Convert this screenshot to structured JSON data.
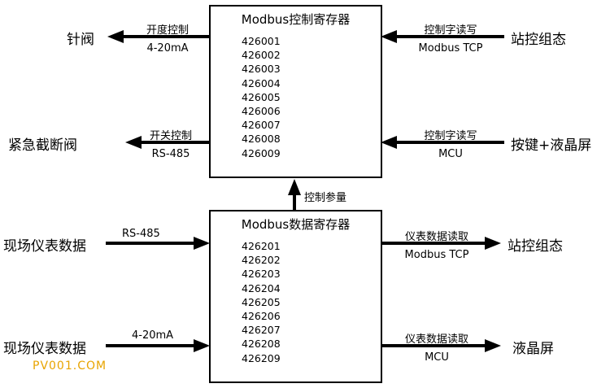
{
  "top_box": {
    "title": "Modbus控制寄存器",
    "registers": [
      "426001",
      "426002",
      "426003",
      "426004",
      "426005",
      "426006",
      "426007",
      "426008",
      "426009"
    ]
  },
  "bottom_box": {
    "title": "Modbus数据寄存器",
    "registers": [
      "426201",
      "426202",
      "426203",
      "426204",
      "426205",
      "426206",
      "426207",
      "426208",
      "426209"
    ]
  },
  "connectors": {
    "needle_valve": {
      "endpoint": "针阀",
      "label_top": "开度控制",
      "label_bottom": "4-20mA"
    },
    "emergency_valve": {
      "endpoint": "紧急截断阀",
      "label_top": "开关控制",
      "label_bottom": "RS-485"
    },
    "station_control_in": {
      "endpoint": "站控组态",
      "label_top": "控制字读写",
      "label_bottom": "Modbus TCP"
    },
    "keypad_lcd": {
      "endpoint": "按键+液晶屏",
      "label_top": "控制字读写",
      "label_bottom": "MCU"
    },
    "control_params": {
      "label": "控制参量"
    },
    "field_meter_rs485": {
      "endpoint": "现场仪表数据",
      "label": "RS-485"
    },
    "field_meter_4_20": {
      "endpoint": "现场仪表数据",
      "label": "4-20mA"
    },
    "station_control_out": {
      "endpoint": "站控组态",
      "label_top": "仪表数据读取",
      "label_bottom": "Modbus TCP"
    },
    "lcd_out": {
      "endpoint": "液晶屏",
      "label_top": "仪表数据读取",
      "label_bottom": "MCU"
    }
  },
  "watermark": "PV001.COM",
  "colors": {
    "line": "#000000",
    "watermark": "#e8a400"
  }
}
